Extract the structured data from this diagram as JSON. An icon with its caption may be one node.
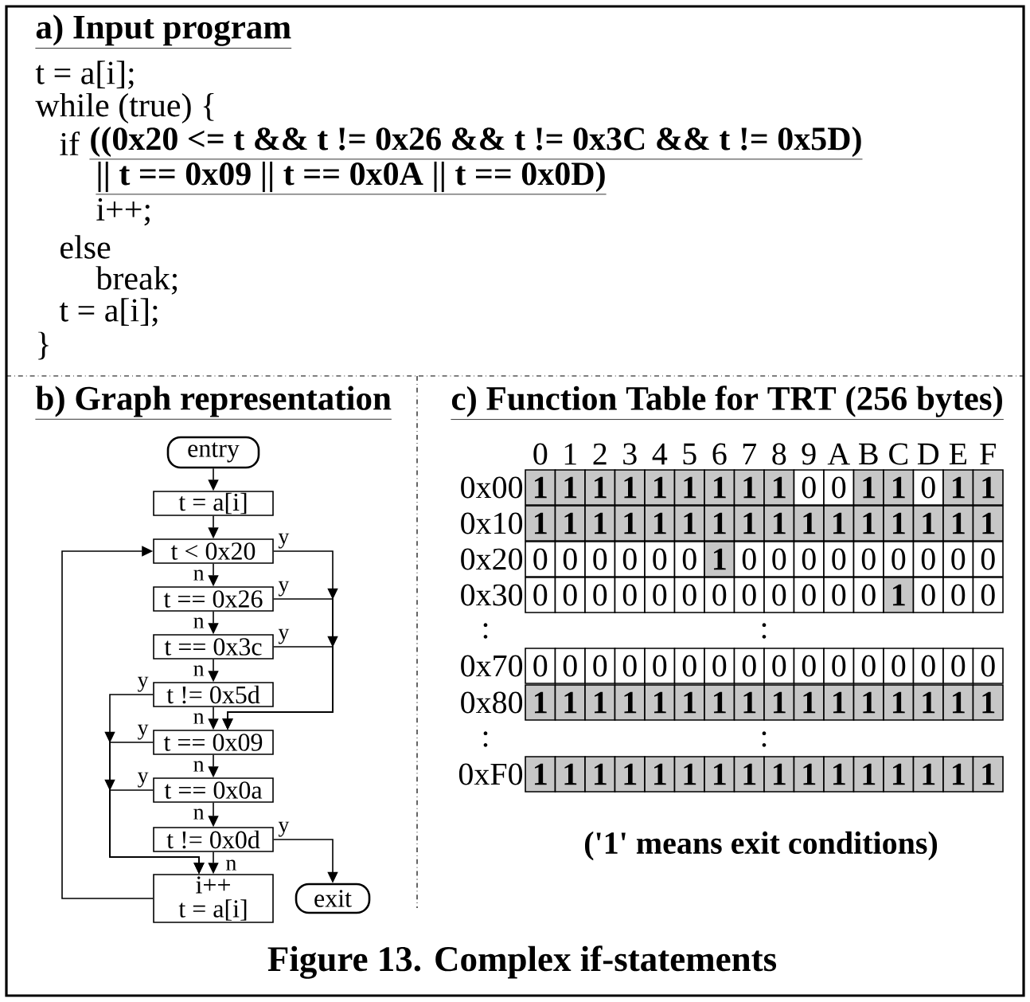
{
  "diagram": {
    "caption": "Figure 13. Complex if-statements",
    "nodes": [
      {
        "text": [
          "entry"
        ]
      },
      {
        "text": [
          "t = a[i]"
        ]
      },
      {
        "text": [
          "t < 0x20"
        ]
      },
      {
        "text": [
          "t == 0x26"
        ]
      },
      {
        "text": [
          "t == 0x3c"
        ]
      },
      {
        "text": [
          "t != 0x5d"
        ]
      },
      {
        "text": [
          "t == 0x09"
        ]
      },
      {
        "text": [
          "t == 0x0a"
        ]
      },
      {
        "text": [
          "t != 0x0d"
        ]
      },
      {
        "text": [
          "i++",
          "t = a[i]"
        ]
      },
      {
        "text": [
          "exit"
        ]
      }
    ],
    "edges": [
      {
        "from": 0,
        "to": 1,
        "arrow": "to"
      },
      {
        "from": 1,
        "to": 2,
        "arrow": "to"
      },
      {
        "from": 2,
        "to": 3,
        "arrow": "to",
        "label": "n"
      },
      {
        "from": 3,
        "to": 4,
        "arrow": "to",
        "label": "n"
      },
      {
        "from": 4,
        "to": 5,
        "arrow": "to",
        "label": "n"
      },
      {
        "from": 5,
        "to": 6,
        "arrow": "to",
        "label": "n"
      },
      {
        "from": 6,
        "to": 7,
        "arrow": "to",
        "label": "n"
      },
      {
        "from": 7,
        "to": 8,
        "arrow": "to",
        "label": "n"
      },
      {
        "from": 8,
        "to": 9,
        "arrow": "to",
        "label": "n"
      },
      {
        "from": 2,
        "to": 6,
        "arrow": "to",
        "label": "y"
      },
      {
        "from": 3,
        "to": 6,
        "arrow": "to",
        "label": "y"
      },
      {
        "from": 4,
        "to": 6,
        "arrow": "to",
        "label": "y"
      },
      {
        "from": 5,
        "to": 9,
        "arrow": "to",
        "label": "y"
      },
      {
        "from": 6,
        "to": 9,
        "arrow": "to",
        "label": "y"
      },
      {
        "from": 7,
        "to": 9,
        "arrow": "to",
        "label": "y"
      },
      {
        "from": 8,
        "to": 10,
        "arrow": "to",
        "label": "y"
      },
      {
        "from": 9,
        "to": 2,
        "arrow": "to"
      }
    ],
    "labels": [
      "a) Input program",
      "t = a[i];",
      "while (true) {",
      "if",
      "((0x20 <= t && t != 0x26 && t != 0x3C && t != 0x5D)",
      "|| t == 0x09 || t == 0x0A || t == 0x0D)",
      "i++;",
      "else",
      "break;",
      "t = a[i];",
      "}",
      "b) Graph representation",
      "c) Function Table for TRT (256 bytes)",
      "0",
      "1",
      "2",
      "3",
      "4",
      "5",
      "6",
      "7",
      "8",
      "9",
      "A",
      "B",
      "C",
      "D",
      "E",
      "F",
      "0x00",
      "1",
      "1",
      "1",
      "1",
      "1",
      "1",
      "1",
      "1",
      "1",
      "0",
      "0",
      "1",
      "1",
      "0",
      "1",
      "1",
      "0x10",
      "1",
      "1",
      "1",
      "1",
      "1",
      "1",
      "1",
      "1",
      "1",
      "1",
      "1",
      "1",
      "1",
      "1",
      "1",
      "1",
      "0x20",
      "0",
      "0",
      "0",
      "0",
      "0",
      "0",
      "1",
      "0",
      "0",
      "0",
      "0",
      "0",
      "0",
      "0",
      "0",
      "0",
      "0x30",
      "0",
      "0",
      "0",
      "0",
      "0",
      "0",
      "0",
      "0",
      "0",
      "0",
      "0",
      "0",
      "1",
      "0",
      "0",
      "0",
      ":",
      ":",
      "0x70",
      "0",
      "0",
      "0",
      "0",
      "0",
      "0",
      "0",
      "0",
      "0",
      "0",
      "0",
      "0",
      "0",
      "0",
      "0",
      "0",
      "0x80",
      "1",
      "1",
      "1",
      "1",
      "1",
      "1",
      "1",
      "1",
      "1",
      "1",
      "1",
      "1",
      "1",
      "1",
      "1",
      "1",
      ":",
      ":",
      "0xF0",
      "1",
      "1",
      "1",
      "1",
      "1",
      "1",
      "1",
      "1",
      "1",
      "1",
      "1",
      "1",
      "1",
      "1",
      "1",
      "1",
      "('1' means exit conditions)"
    ]
  }
}
